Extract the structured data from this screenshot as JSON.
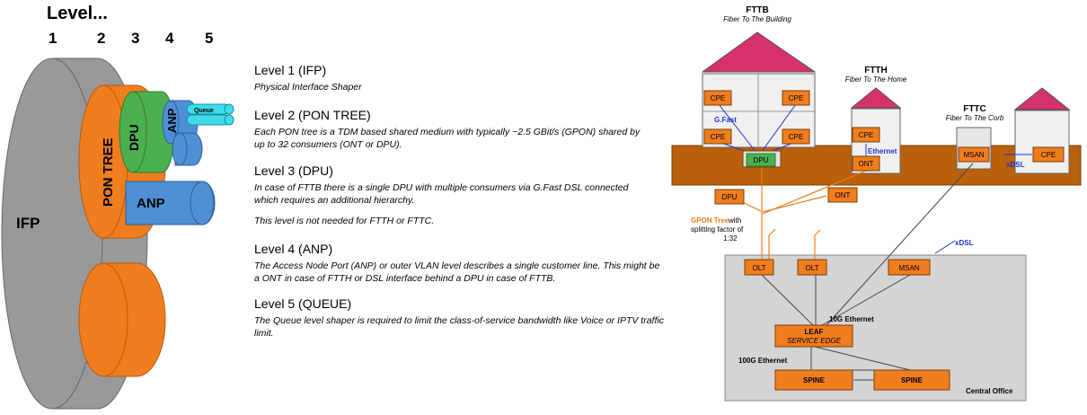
{
  "levels_header": {
    "title": "Level...",
    "numbers": [
      "1",
      "2",
      "3",
      "4",
      "5"
    ]
  },
  "shaper_diagram": {
    "ifp": "IFP",
    "pon_tree": "PON TREE",
    "dpu": "DPU",
    "anp_small": "ANP",
    "queue": "Queue",
    "anp": "ANP"
  },
  "descriptions": [
    {
      "heading": "Level 1 (IFP)",
      "text": "Physical Interface Shaper"
    },
    {
      "heading": "Level 2 (PON TREE)",
      "text": "Each PON tree is a TDM based shared medium with typically ~2.5 GBit/s (GPON) shared by up to 32 consumers (ONT or DPU)."
    },
    {
      "heading": "Level 3 (DPU)",
      "text": "In case of FTTB there is a single DPU with multiple consumers via G.Fast DSL connected which requires an additional hierarchy."
    },
    {
      "heading": "Level 4 (ANP)",
      "text": "The Access Node Port (ANP) or outer VLAN level describes a single customer line. This might be a ONT in case of FTTH or DSL interface behind a DPU in case of FTTB."
    },
    {
      "heading": "Level 5 (QUEUE)",
      "text": "The Queue level shaper is required to limit the class-of-service bandwidth like Voice or IPTV traffic limit."
    }
  ],
  "level3_note": "This level is not needed for FTTH or FTTC.",
  "network": {
    "fttb_title": "FTTB",
    "fttb_sub": "Fiber To The Building",
    "ftth_title": "FTTH",
    "ftth_sub": "Fiber To The Home",
    "fttc_title": "FTTC",
    "fttc_sub": "Fiber To The Corb",
    "cpe": "CPE",
    "dpu": "DPU",
    "ont": "ONT",
    "msan": "MSAN",
    "olt": "OLT",
    "gfast": "G.Fast",
    "ethernet": "Ethernet",
    "xdsl": "xDSL",
    "gpon_tree": "GPON Tree",
    "gpon_line1": " with",
    "gpon_line2": "splitting factor of",
    "gpon_line3": "1:32",
    "leaf_line1": "LEAF",
    "leaf_line2": "SERVICE EDGE",
    "spine": "SPINE",
    "eth10g": "10G Ethernet",
    "eth100g": "100G Ethernet",
    "central_office": "Central Office"
  },
  "colors": {
    "ifp": "#999999",
    "orange": "#f07d1e",
    "green": "#4caf50",
    "blue": "#4f8fd4",
    "cyan": "#3fdbe8",
    "roof": "#d6306d",
    "ground": "#b8600a",
    "wall": "#f0f0f0",
    "office": "#d4d4d4"
  }
}
